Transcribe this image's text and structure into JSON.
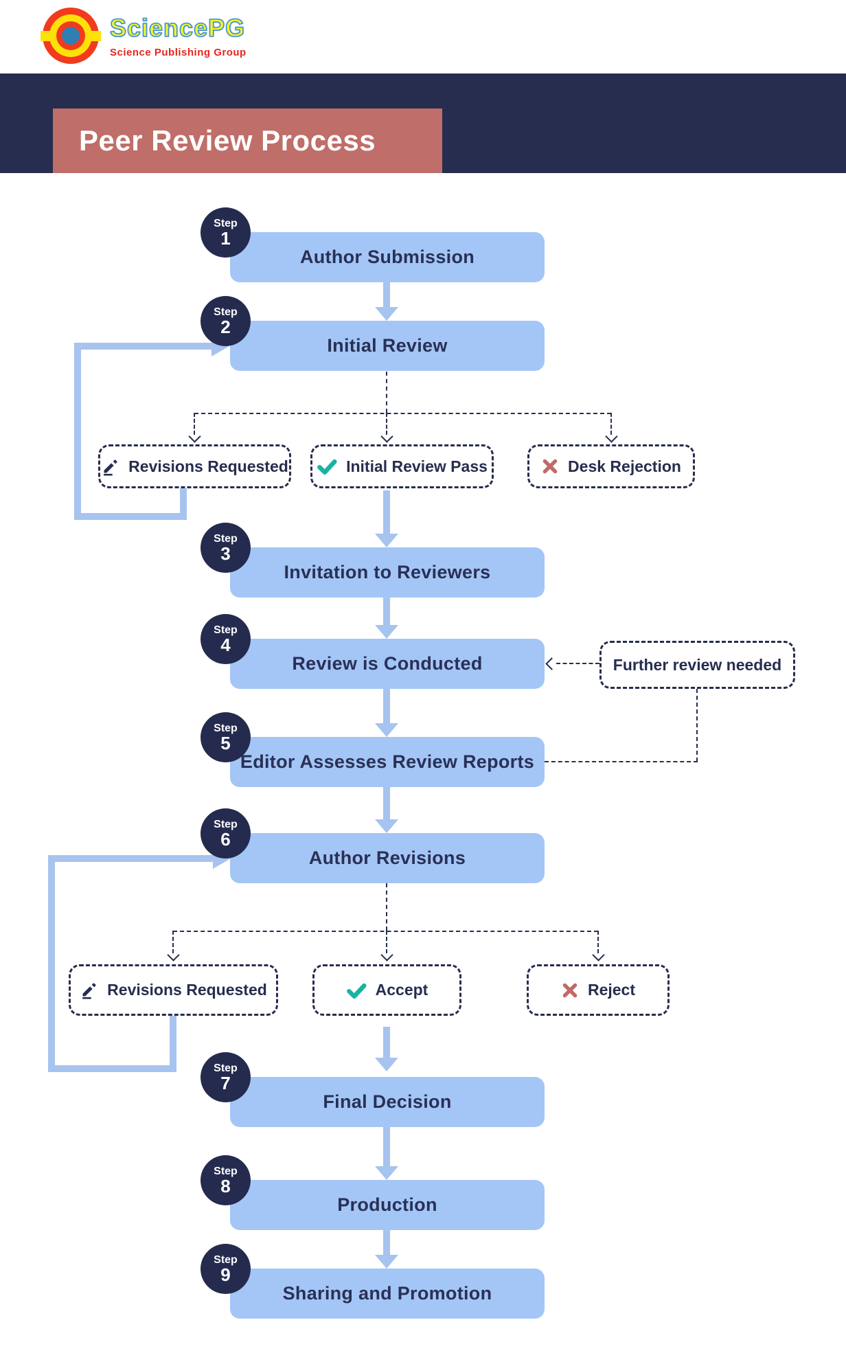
{
  "logo": {
    "brand": "SciencePG",
    "tagline": "Science Publishing Group"
  },
  "header": {
    "title": "Peer Review Process"
  },
  "badge_label": "Step",
  "steps": [
    {
      "num": "1",
      "label": "Author Submission"
    },
    {
      "num": "2",
      "label": "Initial Review"
    },
    {
      "num": "3",
      "label": "Invitation to Reviewers"
    },
    {
      "num": "4",
      "label": "Review is Conducted"
    },
    {
      "num": "5",
      "label": "Editor Assesses Review Reports"
    },
    {
      "num": "6",
      "label": "Author Revisions"
    },
    {
      "num": "7",
      "label": "Final Decision"
    },
    {
      "num": "8",
      "label": "Production"
    },
    {
      "num": "9",
      "label": "Sharing and Promotion"
    }
  ],
  "branch_row_1": {
    "items": [
      {
        "icon": "pen-icon",
        "label": "Revisions Requested"
      },
      {
        "icon": "check-icon",
        "label": "Initial Review Pass"
      },
      {
        "icon": "x-icon",
        "label": "Desk Rejection"
      }
    ]
  },
  "branch_row_2": {
    "items": [
      {
        "icon": "pen-icon",
        "label": "Revisions Requested"
      },
      {
        "icon": "check-icon",
        "label": "Accept"
      },
      {
        "icon": "x-icon",
        "label": "Reject"
      }
    ]
  },
  "side_note": {
    "label": "Further review needed"
  },
  "colors": {
    "navy": "#272D4E",
    "box_blue": "#A3C6F7",
    "arrow_blue": "#A7C3EF",
    "title_red": "#BF6E69",
    "teal": "#17B3A3",
    "reject_red": "#C16A66"
  }
}
